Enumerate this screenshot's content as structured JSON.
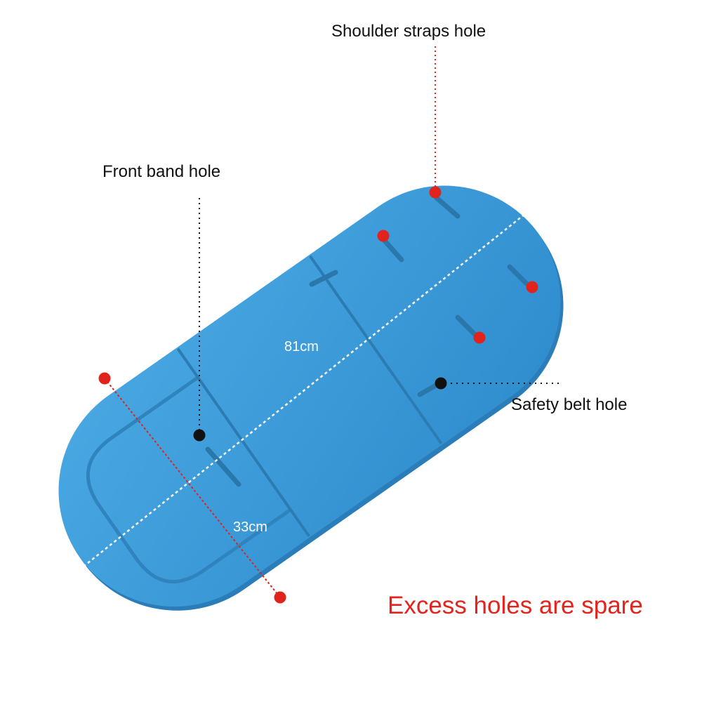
{
  "labels": {
    "shoulder_straps": "Shoulder straps hole",
    "front_band": "Front band hole",
    "safety_belt": "Safety belt hole",
    "length": "81cm",
    "width": "33cm",
    "note": "Excess holes are spare"
  },
  "colors": {
    "pad": "#3a9ad8",
    "pad_edge": "#2e84c0",
    "pad_dark": "#2876ad",
    "marker_red": "#e0231c",
    "marker_black": "#111111",
    "note_red": "#e4231d",
    "dim_line": "#ffffff"
  }
}
